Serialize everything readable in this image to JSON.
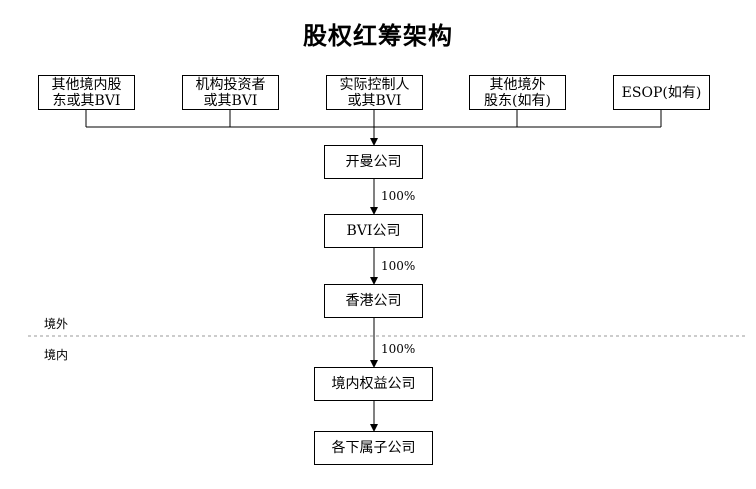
{
  "title": "股权红筹架构",
  "shareholders": [
    "其他境内股\n东或其BVI",
    "机构投资者\n或其BVI",
    "实际控制人\n或其BVI",
    "其他境外\n股东(如有)",
    "ESOP(如有)"
  ],
  "chain": [
    "开曼公司",
    "BVI公司",
    "香港公司",
    "境内权益公司",
    "各下属子公司"
  ],
  "percentages": [
    "100%",
    "100%",
    "100%"
  ],
  "regions": {
    "offshore": "境外",
    "onshore": "境内"
  }
}
